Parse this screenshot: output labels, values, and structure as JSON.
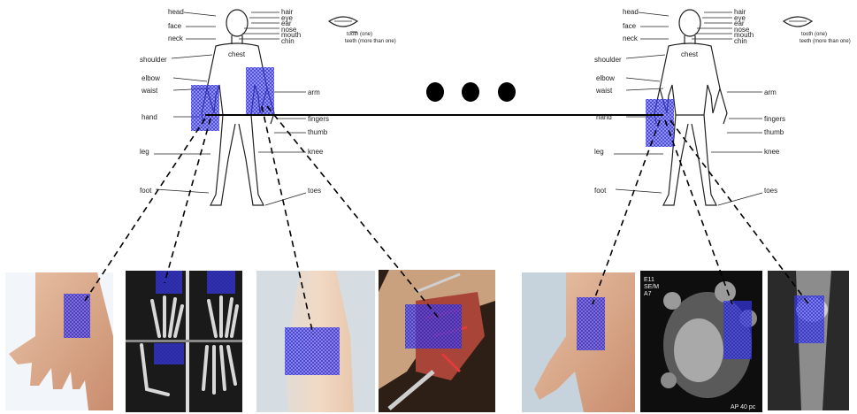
{
  "colors": {
    "highlight": "#3a3aff",
    "connector": "#000000",
    "figure_outline": "#222222"
  },
  "figure_left": {
    "labels": {
      "head": "head",
      "face": "face",
      "neck": "neck",
      "shoulder": "shoulder",
      "elbow": "elbow",
      "waist": "waist",
      "hand": "hand",
      "leg": "leg",
      "foot": "foot",
      "hair": "hair",
      "eye": "eye",
      "ear": "ear",
      "nose": "nose",
      "mouth": "mouth",
      "chin": "chin",
      "chest": "chest",
      "arm": "arm",
      "fingers": "fingers",
      "thumb": "thumb",
      "knee": "knee",
      "toes": "toes",
      "tooth_one": "tooth (one)",
      "tooth_many": "teeth (more than one)"
    }
  },
  "figure_right": {
    "labels": {
      "head": "head",
      "face": "face",
      "neck": "neck",
      "shoulder": "shoulder",
      "elbow": "elbow",
      "waist": "waist",
      "hand": "hand",
      "leg": "leg",
      "foot": "foot",
      "hair": "hair",
      "eye": "eye",
      "ear": "ear",
      "nose": "nose",
      "mouth": "mouth",
      "chin": "chin",
      "chest": "chest",
      "arm": "arm",
      "fingers": "fingers",
      "thumb": "thumb",
      "knee": "knee",
      "toes": "toes",
      "tooth_one": "tooth (one)",
      "tooth_many": "teeth (more than one)"
    }
  },
  "ellipsis": [
    "dot-1",
    "dot-2",
    "dot-3"
  ],
  "photos": [
    {
      "name": "wrist-photo",
      "kind": "skin"
    },
    {
      "name": "hand-xray-photo",
      "kind": "xray"
    },
    {
      "name": "forearm-photo",
      "kind": "skin"
    },
    {
      "name": "surgery-photo",
      "kind": "surgery"
    },
    {
      "name": "thumb-photo",
      "kind": "skin"
    },
    {
      "name": "wrist-mri-photo",
      "kind": "mri",
      "text": [
        "E11",
        "SE/M",
        "A7"
      ],
      "footer": "AP 40 pc"
    },
    {
      "name": "wrist-ct-photo",
      "kind": "ct"
    }
  ]
}
